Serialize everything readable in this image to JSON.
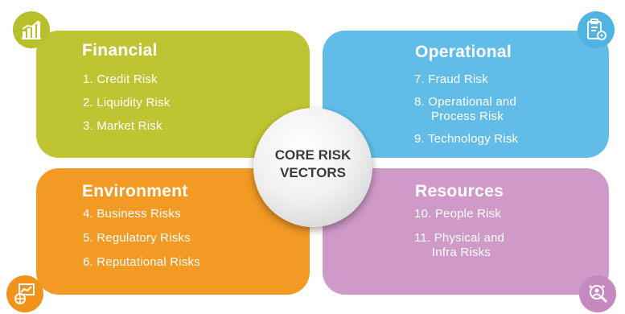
{
  "center": {
    "line1": "CORE RISK",
    "line2": "VECTORS"
  },
  "quadrants": {
    "financial": {
      "title": "Financial",
      "items": [
        "1. Credit Risk",
        "2. Liquidity Risk",
        "3. Market Risk"
      ]
    },
    "operational": {
      "title": "Operational",
      "items": [
        "7. Fraud Risk",
        "8. Operational and",
        "Process Risk",
        "9. Technology Risk"
      ]
    },
    "environment": {
      "title": "Environment",
      "items": [
        "4. Business Risks",
        "5. Regulatory Risks",
        "6. Reputational Risks"
      ]
    },
    "resources": {
      "title": "Resources",
      "items": [
        "10. People Risk",
        "11. Physical and",
        "Infra Risks"
      ]
    }
  },
  "colors": {
    "financial": "#bfc532",
    "operational": "#61bde8",
    "environment": "#f39a24",
    "resources": "#cf99c8"
  },
  "icons": {
    "financial": "bar-chart-icon",
    "operational": "clipboard-gear-icon",
    "environment": "globe-chart-icon",
    "resources": "people-search-icon"
  }
}
